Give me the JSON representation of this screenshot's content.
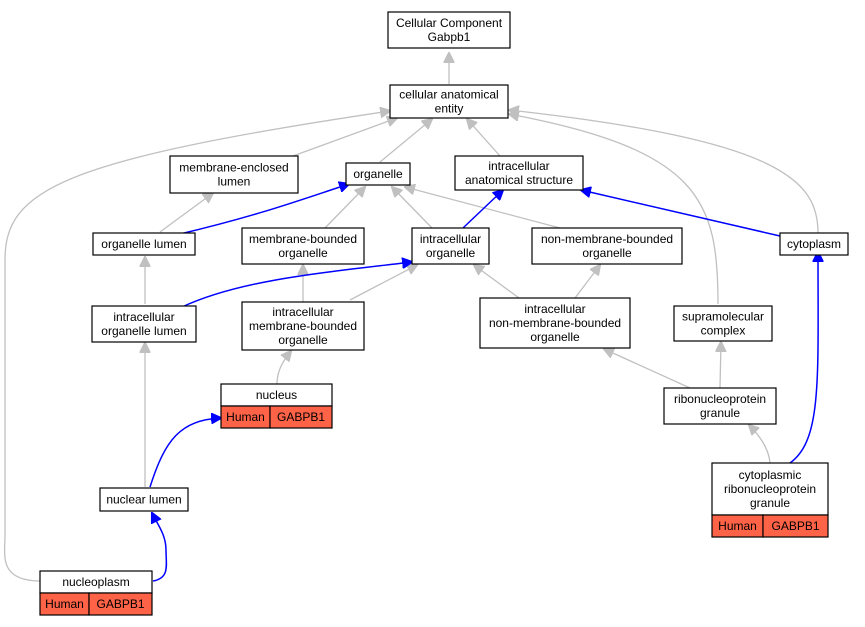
{
  "graph": {
    "colors": {
      "highlight": "#ff6347",
      "edge_default": "#c0c0c0",
      "edge_path": "#0000ff"
    },
    "nodes": {
      "root": [
        "Cellular Component",
        "Gabpb1"
      ],
      "cae": [
        "cellular anatomical",
        "entity"
      ],
      "mel": [
        "membrane-enclosed",
        "lumen"
      ],
      "org": [
        "organelle"
      ],
      "ias": [
        "intracellular",
        "anatomical structure"
      ],
      "orglum": [
        "organelle lumen"
      ],
      "mbo": [
        "membrane-bounded",
        "organelle"
      ],
      "io": [
        "intracellular",
        "organelle"
      ],
      "nmbo": [
        "non-membrane-bounded",
        "organelle"
      ],
      "cyto": [
        "cytoplasm"
      ],
      "iol": [
        "intracellular",
        "organelle lumen"
      ],
      "imbo": [
        "intracellular",
        "membrane-bounded",
        "organelle"
      ],
      "inmbo": [
        "intracellular",
        "non-membrane-bounded",
        "organelle"
      ],
      "smc": [
        "supramolecular",
        "complex"
      ],
      "nucleus": [
        "nucleus"
      ],
      "rnpg": [
        "ribonucleoprotein",
        "granule"
      ],
      "crnpg": [
        "cytoplasmic",
        "ribonucleoprotein",
        "granule"
      ],
      "nuclum": [
        "nuclear lumen"
      ],
      "nucleoplasm": [
        "nucleoplasm"
      ]
    },
    "annotations": {
      "nucleus": {
        "species": "Human",
        "gene": "GABPB1"
      },
      "crnpg": {
        "species": "Human",
        "gene": "GABPB1"
      },
      "nucleoplasm": {
        "species": "Human",
        "gene": "GABPB1"
      }
    }
  }
}
